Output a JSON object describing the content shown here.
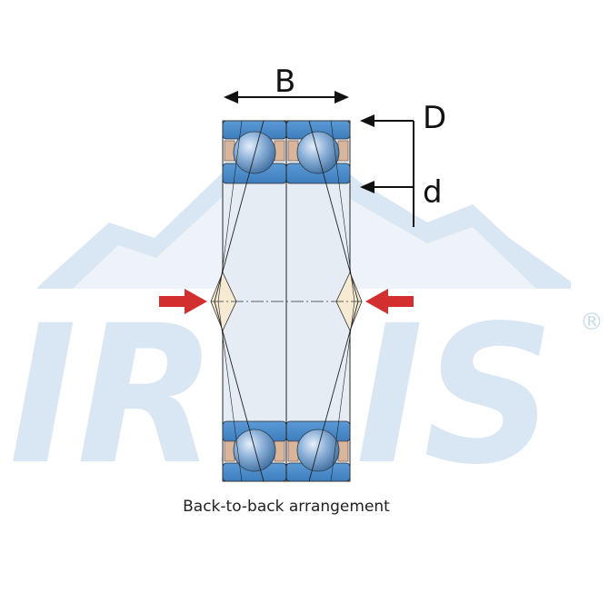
{
  "watermark": {
    "brand": "IRBIS",
    "registered": "®",
    "color": "#d3e2f1"
  },
  "dimensions": {
    "width_label": "B",
    "outer_diameter_label": "D",
    "bore_label": "d"
  },
  "caption": "Back-to-back arrangement",
  "colors": {
    "ring": "#4d8fcf",
    "ball": "#7fa8d6",
    "cage": "#d9b59b",
    "load_arrow": "#d32f2f",
    "contact_region": "#f6ead2",
    "body": "#e5ecf4"
  }
}
